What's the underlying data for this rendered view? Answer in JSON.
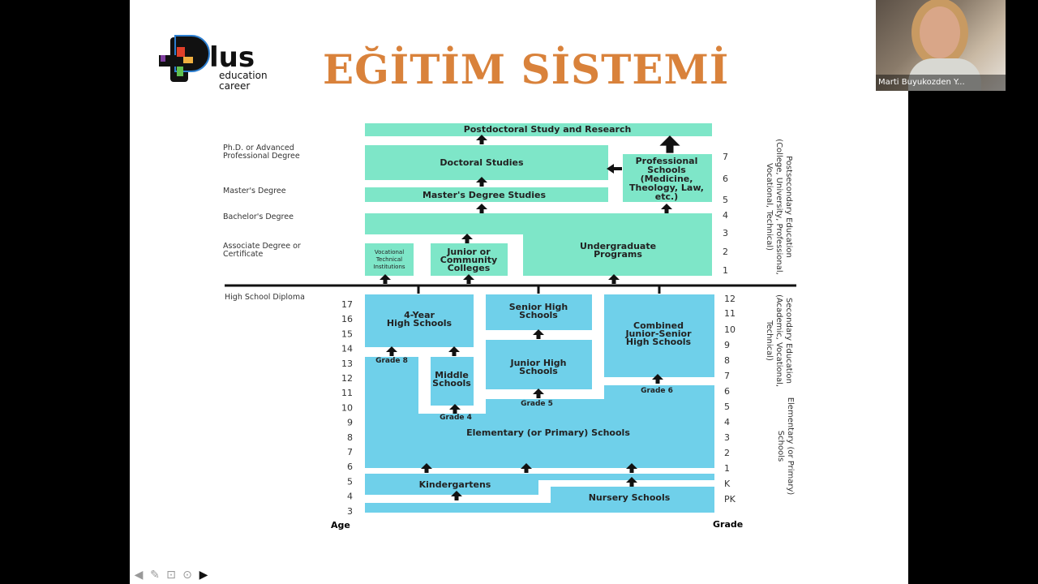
{
  "slide": {
    "title": "EĞİTİM SİSTEMİ",
    "logo": {
      "word": "lus",
      "line1": "education",
      "line2": "career"
    }
  },
  "video": {
    "participant": "Marti Buyukozden Y..."
  },
  "toolbar": [
    "previous-icon",
    "pen-icon",
    "slides-icon",
    "more-icon",
    "next-icon"
  ],
  "colors": {
    "postsecondary": "#7ee6c8",
    "school": "#6fd0ea",
    "title": "#d9823b"
  },
  "degrees": [
    "Ph.D. or Advanced",
    "Professional Degree",
    "Master's Degree",
    "Bachelor's Degree",
    "Associate Degree or",
    "Certificate",
    "High School Diploma"
  ],
  "boxes": {
    "postdoc": "Postdoctoral Study and Research",
    "doctoral": "Doctoral Studies",
    "masters": "Master's Degree Studies",
    "professional": [
      "Professional",
      "Schools",
      "(Medicine,",
      "Theology, Law,",
      "etc.)"
    ],
    "undergrad": [
      "Undergraduate",
      "Programs"
    ],
    "vocational": [
      "Vocational",
      "Technical",
      "Institutions"
    ],
    "junior_college": [
      "Junior or",
      "Community",
      "Colleges"
    ],
    "four_year": [
      "4-Year",
      "High Schools"
    ],
    "senior_high": [
      "Senior High",
      "Schools"
    ],
    "junior_high": [
      "Junior High",
      "Schools"
    ],
    "combined": [
      "Combined",
      "Junior-Senior",
      "High Schools"
    ],
    "middle": [
      "Middle",
      "Schools"
    ],
    "elementary": "Elementary (or Primary) Schools",
    "kindergarten": "Kindergartens",
    "nursery": "Nursery Schools"
  },
  "grade_notes": [
    "Grade 8",
    "Grade 4",
    "Grade 5",
    "Grade 6"
  ],
  "ages": [
    "17",
    "16",
    "15",
    "14",
    "13",
    "12",
    "11",
    "10",
    "9",
    "8",
    "7",
    "6",
    "5",
    "4",
    "3"
  ],
  "grades": [
    "12",
    "11",
    "10",
    "9",
    "8",
    "7",
    "6",
    "5",
    "4",
    "3",
    "2",
    "1",
    "K",
    "PK"
  ],
  "post_years": [
    "7",
    "6",
    "5",
    "4",
    "3",
    "2",
    "1"
  ],
  "axis": {
    "age": "Age",
    "grade": "Grade"
  },
  "sections": {
    "postsecondary": [
      "Postsecondary Education",
      "(College, University, Professional,",
      "Vocational, Technical)"
    ],
    "secondary": [
      "Secondary Education",
      "(Academic, Vocational,",
      "Technical)"
    ],
    "elementary": [
      "Elementary (or Primary)",
      "Schools"
    ]
  }
}
